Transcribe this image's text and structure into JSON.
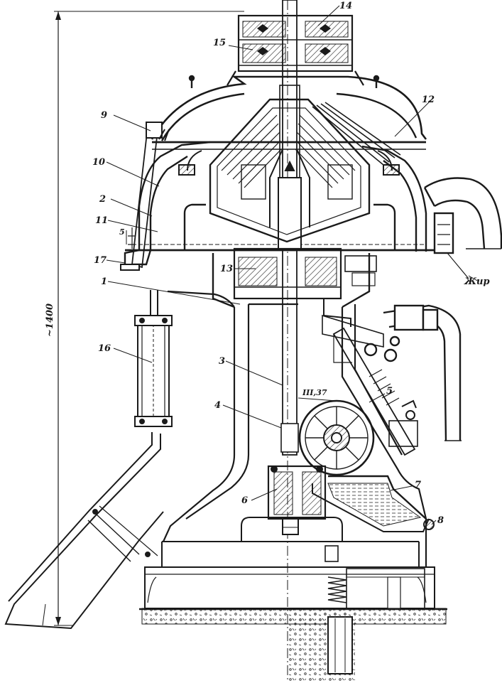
{
  "figure": {
    "ink_color": "#1a1a1a",
    "hatch_color": "#2a2a2a",
    "paper_color": "#ffffff",
    "callouts": {
      "c1": "1",
      "c2": "2",
      "c3": "3",
      "c4": "4",
      "c5": "5",
      "c6": "6",
      "c7": "7",
      "c8": "8",
      "c9": "9",
      "c10": "10",
      "c11": "11",
      "c12": "12",
      "c13": "13",
      "c14": "14",
      "c15": "15",
      "c16": "16",
      "c17": "17"
    },
    "dimensions": {
      "height": "~1400",
      "gap": "5",
      "speed": "III,37"
    },
    "outlet_label": "Жир"
  }
}
